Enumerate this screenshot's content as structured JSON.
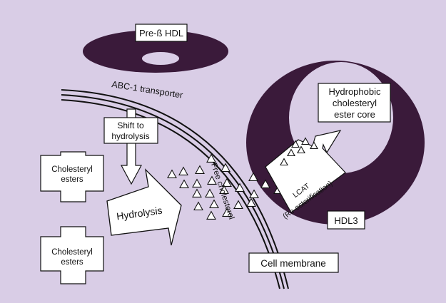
{
  "colors": {
    "background": "#d9cde6",
    "hdl_fill": "#3a1a3a",
    "box_fill": "#ffffff",
    "stroke": "#111111"
  },
  "labels": {
    "pre_beta_hdl": "Pre-ß HDL",
    "abc1_transporter": "ABC-1 transporter",
    "shift_line1": "Shift to",
    "shift_line2": "hydrolysis",
    "cholesteryl_esters_1_line1": "Cholesteryl",
    "cholesteryl_esters_1_line2": "esters",
    "cholesteryl_esters_2_line1": "Cholesteryl",
    "cholesteryl_esters_2_line2": "esters",
    "hydrolysis": "Hydrolysis",
    "free_cholesterol": "Free cholesterol",
    "lcat_line1": "LCAT",
    "lcat_line2": "(Re-esterification)",
    "core_line1": "Hydrophobic",
    "core_line2": "cholesteryl",
    "core_line3": "ester core",
    "hdl3": "HDL3",
    "cell_membrane": "Cell membrane"
  }
}
